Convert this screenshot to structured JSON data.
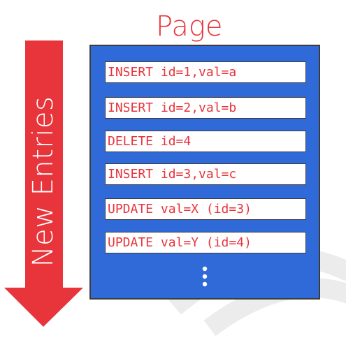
{
  "page": {
    "title": "Page",
    "entries": [
      "INSERT id=1,val=a",
      "INSERT id=2,val=b",
      "DELETE id=4",
      "INSERT id=3,val=c",
      "UPDATE val=X (id=3)",
      "UPDATE val=Y (id=4)"
    ],
    "more_icon": "vertical-ellipsis-icon"
  },
  "arrow": {
    "label": "New Entries",
    "direction": "down"
  },
  "colors": {
    "accent_red": "#e8343b",
    "page_blue": "#2f6ad8",
    "border": "#3c3c3c",
    "watermark": "#ececec"
  }
}
